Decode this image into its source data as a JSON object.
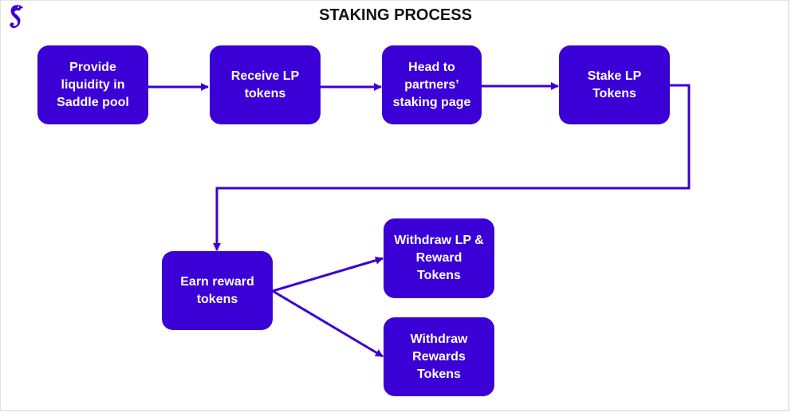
{
  "title": "STAKING PROCESS",
  "colors": {
    "accent": "#3a00d6",
    "box_text": "#ffffff",
    "title_text": "#111111",
    "background": "#ffffff"
  },
  "logo": {
    "icon": "seahorse-logo-icon"
  },
  "steps": [
    {
      "id": "provide-liquidity",
      "label": "Provide liquidity in Saddle pool"
    },
    {
      "id": "receive-lp",
      "label": "Receive LP tokens"
    },
    {
      "id": "head-to-partners",
      "label": "Head to partners’ staking page"
    },
    {
      "id": "stake-lp",
      "label": "Stake LP Tokens"
    },
    {
      "id": "earn-reward",
      "label": "Earn reward tokens"
    },
    {
      "id": "withdraw-lp-reward",
      "label": "Withdraw LP & Reward Tokens"
    },
    {
      "id": "withdraw-rewards",
      "label": "Withdraw Rewards Tokens"
    }
  ],
  "edges": [
    {
      "from": "provide-liquidity",
      "to": "receive-lp"
    },
    {
      "from": "receive-lp",
      "to": "head-to-partners"
    },
    {
      "from": "head-to-partners",
      "to": "stake-lp"
    },
    {
      "from": "stake-lp",
      "to": "earn-reward"
    },
    {
      "from": "earn-reward",
      "to": "withdraw-lp-reward"
    },
    {
      "from": "earn-reward",
      "to": "withdraw-rewards"
    }
  ]
}
